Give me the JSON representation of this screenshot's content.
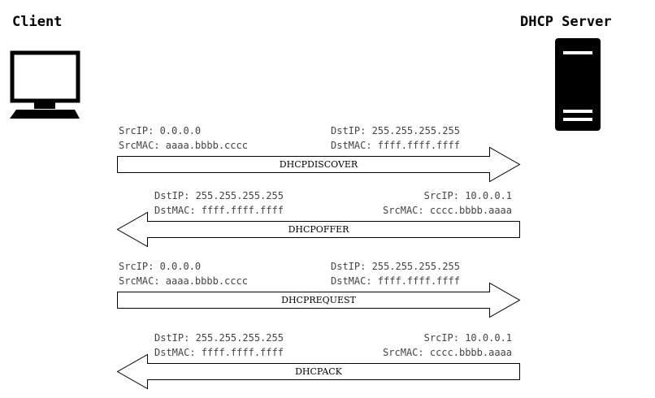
{
  "nodes": {
    "client": "Client",
    "server": "DHCP Server"
  },
  "messages": [
    {
      "name": "DHCPDISCOVER",
      "direction": "client-to-server",
      "left": {
        "ip": "SrcIP: 0.0.0.0",
        "mac": "SrcMAC: aaaa.bbbb.cccc"
      },
      "right": {
        "ip": "DstIP: 255.255.255.255",
        "mac": "DstMAC: ffff.ffff.ffff"
      }
    },
    {
      "name": "DHCPOFFER",
      "direction": "server-to-client",
      "left": {
        "ip": "DstIP: 255.255.255.255",
        "mac": "DstMAC: ffff.ffff.ffff"
      },
      "right": {
        "ip": "SrcIP: 10.0.0.1",
        "mac": "SrcMAC: cccc.bbbb.aaaa"
      }
    },
    {
      "name": "DHCPREQUEST",
      "direction": "client-to-server",
      "left": {
        "ip": "SrcIP: 0.0.0.0",
        "mac": "SrcMAC: aaaa.bbbb.cccc"
      },
      "right": {
        "ip": "DstIP: 255.255.255.255",
        "mac": "DstMAC: ffff.ffff.ffff"
      }
    },
    {
      "name": "DHCPACK",
      "direction": "server-to-client",
      "left": {
        "ip": "DstIP: 255.255.255.255",
        "mac": "DstMAC: ffff.ffff.ffff"
      },
      "right": {
        "ip": "SrcIP: 10.0.0.1",
        "mac": "SrcMAC: cccc.bbbb.aaaa"
      }
    }
  ],
  "colors": {
    "stroke": "#000000",
    "label": "#444444",
    "fill": "#ffffff"
  },
  "icons": {
    "client": "monitor-icon",
    "server": "server-tower-icon"
  }
}
